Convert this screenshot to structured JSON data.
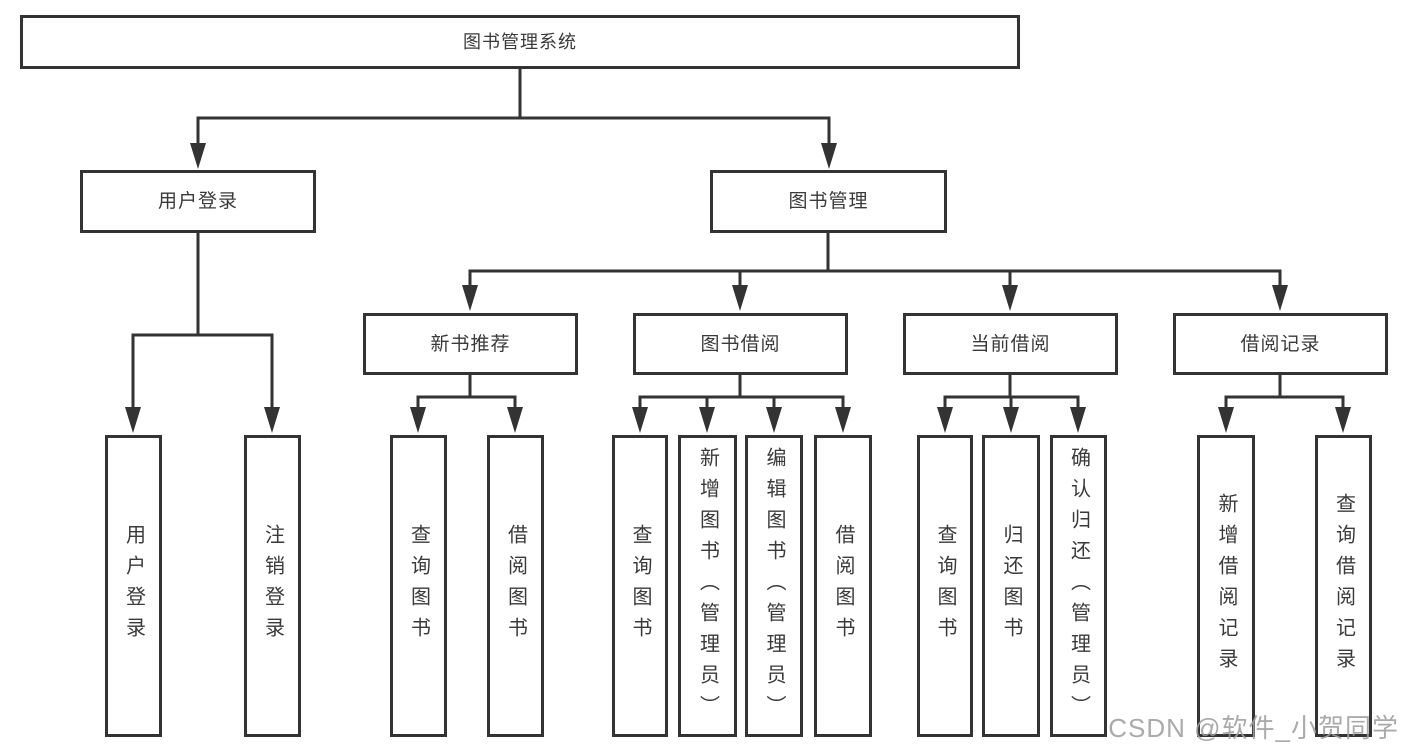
{
  "tree": {
    "label": "图书管理系统",
    "children": [
      {
        "label": "用户登录",
        "children": [
          {
            "label": "用户登录"
          },
          {
            "label": "注销登录"
          }
        ]
      },
      {
        "label": "图书管理",
        "children": [
          {
            "label": "新书推荐",
            "children": [
              {
                "label": "查询图书"
              },
              {
                "label": "借阅图书"
              }
            ]
          },
          {
            "label": "图书借阅",
            "children": [
              {
                "label": "查询图书"
              },
              {
                "label": "新增图书（管理员）"
              },
              {
                "label": "编辑图书（管理员）"
              },
              {
                "label": "借阅图书"
              }
            ]
          },
          {
            "label": "当前借阅",
            "children": [
              {
                "label": "查询图书"
              },
              {
                "label": "归还图书"
              },
              {
                "label": "确认归还（管理员）"
              }
            ]
          },
          {
            "label": "借阅记录",
            "children": [
              {
                "label": "新增借阅记录"
              },
              {
                "label": "查询借阅记录"
              }
            ]
          }
        ]
      }
    ]
  },
  "watermark": {
    "text": "CSDN @软件_小贺同学"
  },
  "colors": {
    "line": "#333333",
    "text": "#3a3a3a",
    "background": "#ffffff",
    "watermark": "#9e9e9e"
  }
}
